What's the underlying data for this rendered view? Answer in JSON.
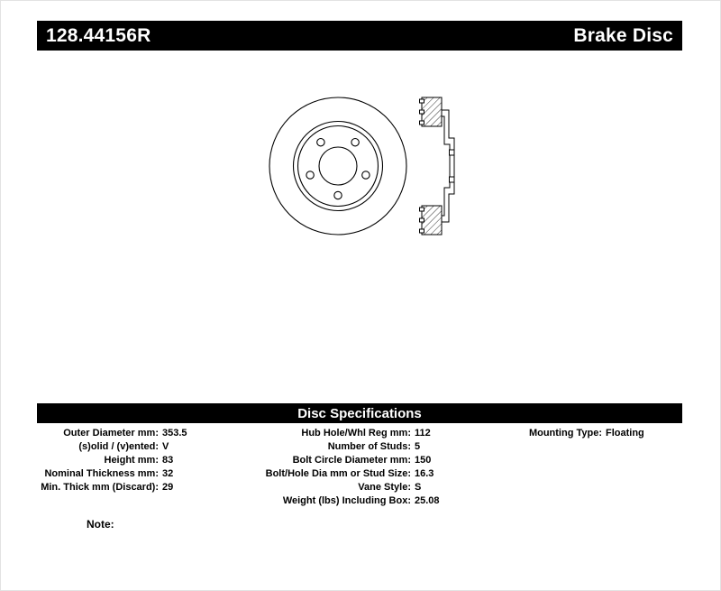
{
  "header": {
    "part_number": "128.44156R",
    "product_type": "Brake Disc"
  },
  "drawing": {
    "front_view": "brake-disc-front-view",
    "side_view": "brake-disc-cross-section"
  },
  "specs_header": "Disc Specifications",
  "specs": {
    "left": [
      {
        "label": "Outer Diameter mm:",
        "value": "353.5"
      },
      {
        "label": "(s)olid / (v)ented:",
        "value": "V"
      },
      {
        "label": "Height mm:",
        "value": "83"
      },
      {
        "label": "Nominal Thickness mm:",
        "value": "32"
      },
      {
        "label": "Min. Thick mm (Discard):",
        "value": "29"
      }
    ],
    "middle": [
      {
        "label": "Hub Hole/Whl Reg mm:",
        "value": "112"
      },
      {
        "label": "Number of Studs:",
        "value": "5"
      },
      {
        "label": "Bolt Circle Diameter mm:",
        "value": "150"
      },
      {
        "label": "Bolt/Hole Dia mm or Stud Size:",
        "value": "16.3"
      },
      {
        "label": "Vane Style:",
        "value": "S"
      },
      {
        "label": "Weight (lbs) Including Box:",
        "value": "25.08"
      }
    ],
    "right": [
      {
        "label": "Mounting Type:",
        "value": "Floating"
      }
    ]
  },
  "note_label": "Note:"
}
